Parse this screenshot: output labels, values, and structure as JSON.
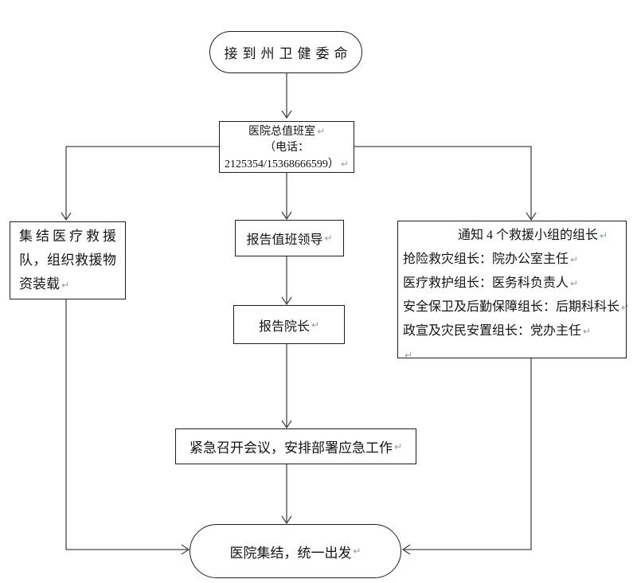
{
  "flowchart": {
    "eol_mark": "↵",
    "start": {
      "label": "接到州卫健委命"
    },
    "duty_office": {
      "line1": "医院总值班室",
      "line2": "（电话：",
      "line3": "2125354/15368666599）"
    },
    "assemble_team": {
      "label": "集结医疗救援队，组织救援物资装载"
    },
    "report_duty_leader": {
      "label": "报告值班领导"
    },
    "notify_groups": {
      "title": "通知 4 个救援小组的组长",
      "items": [
        "抢险救灾组长：院办公室主任",
        "医疗救护组长：医务科负责人",
        "安全保卫及后勤保障组长：后期科科长",
        "政宣及灾民安置组长：党办主任"
      ]
    },
    "report_president": {
      "label": "报告院长"
    },
    "emergency_meeting": {
      "label": "紧急召开会议，安排部署应急工作"
    },
    "end": {
      "label": "医院集结，统一出发"
    }
  }
}
